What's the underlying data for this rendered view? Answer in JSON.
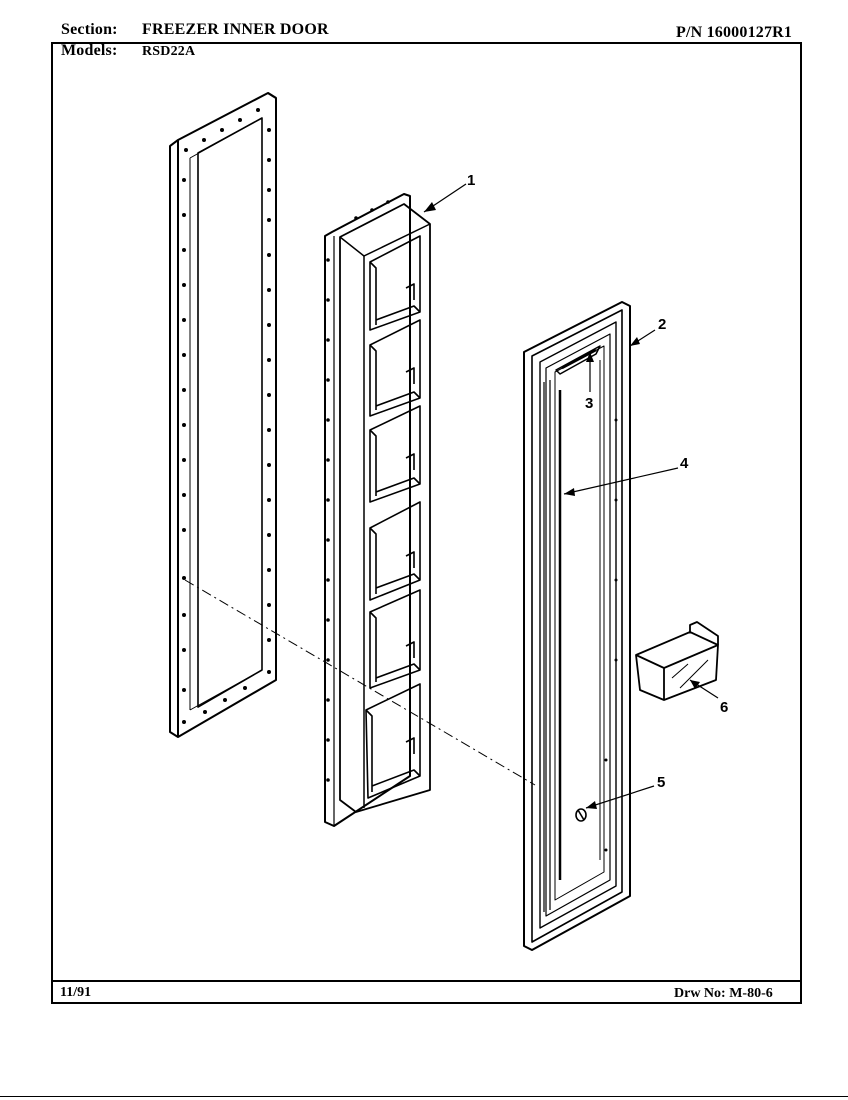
{
  "header": {
    "section_label": "Section:",
    "section_value": "FREEZER INNER DOOR",
    "models_label": "Models:",
    "models_value": "RSD22A",
    "part_number": "P/N 16000127R1"
  },
  "footer": {
    "date": "11/91",
    "drawing_number": "Drw No: M-80-6"
  },
  "callouts": [
    "1",
    "2",
    "3",
    "4",
    "5",
    "6"
  ]
}
